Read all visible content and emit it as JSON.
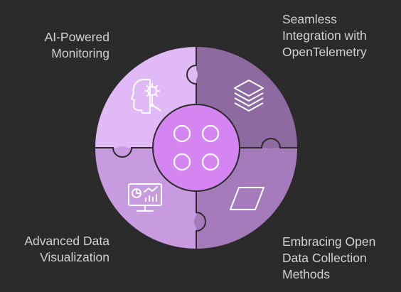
{
  "pieces": {
    "top_left": {
      "label": "AI-Powered\nMonitoring",
      "icon": "ai-head-gear-icon",
      "color": "#e2b9f7"
    },
    "top_right": {
      "label": "Seamless\nIntegration with\nOpenTelemetry",
      "icon": "layers-icon",
      "color": "#8d6aa0"
    },
    "bottom_left": {
      "label": "Advanced Data\nVisualization",
      "icon": "monitor-chart-icon",
      "color": "#c89ae0"
    },
    "bottom_right": {
      "label": "Embracing Open\nData Collection\nMethods",
      "icon": "parallelogram-icon",
      "color": "#a57bbc"
    }
  },
  "center": {
    "icon": "four-circles-icon",
    "color": "#d485f2"
  },
  "background": "#2b2b2b",
  "outline": "#2b2b2b"
}
